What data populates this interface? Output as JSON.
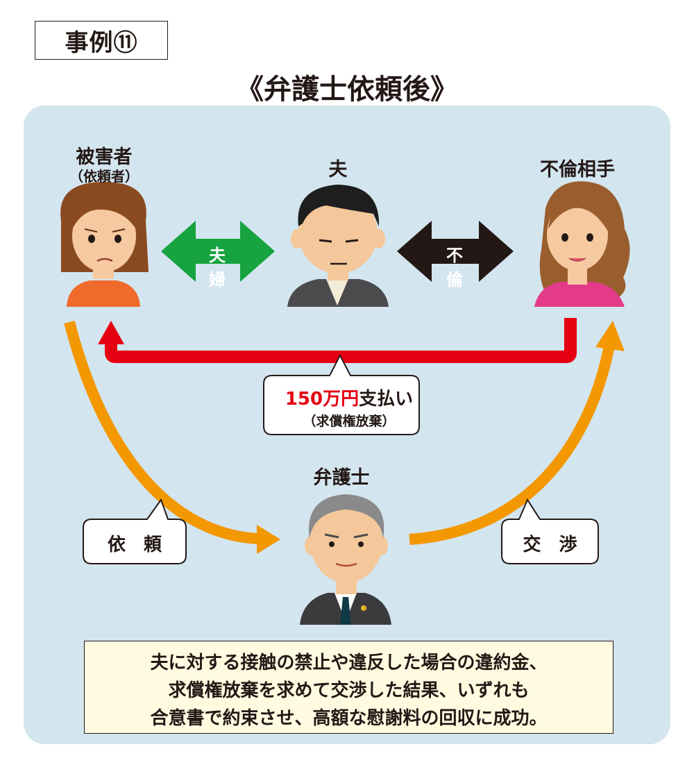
{
  "case_label": "事例⑪",
  "heading": "《弁護士依頼後》",
  "people": {
    "victim": {
      "name": "被害者",
      "sub": "（依頼者）"
    },
    "husband": {
      "name": "夫"
    },
    "affair_partner": {
      "name": "不倫相手"
    },
    "lawyer": {
      "name": "弁護士"
    }
  },
  "relations": {
    "couple": "夫　婦",
    "affair": "不　倫"
  },
  "payment": {
    "amount": "150万円",
    "action": "支払い",
    "note": "（求償権放棄）"
  },
  "bubbles": {
    "request": "依　頼",
    "negotiation": "交　渉"
  },
  "summary": {
    "line1": "夫に対する接触の禁止や違反した場合の違約金、",
    "line2": "求償権放棄を求めて交渉した結果、いずれも",
    "line3": "合意書で約束させ、高額な慰謝料の回収に成功。"
  },
  "colors": {
    "panel": "#d3e5ef",
    "couple_arrow": "#16a340",
    "affair_arrow": "#231815",
    "payment_arrow": "#e50012",
    "flow_arrow": "#f39800",
    "summary_bg": "#fffbe0"
  }
}
